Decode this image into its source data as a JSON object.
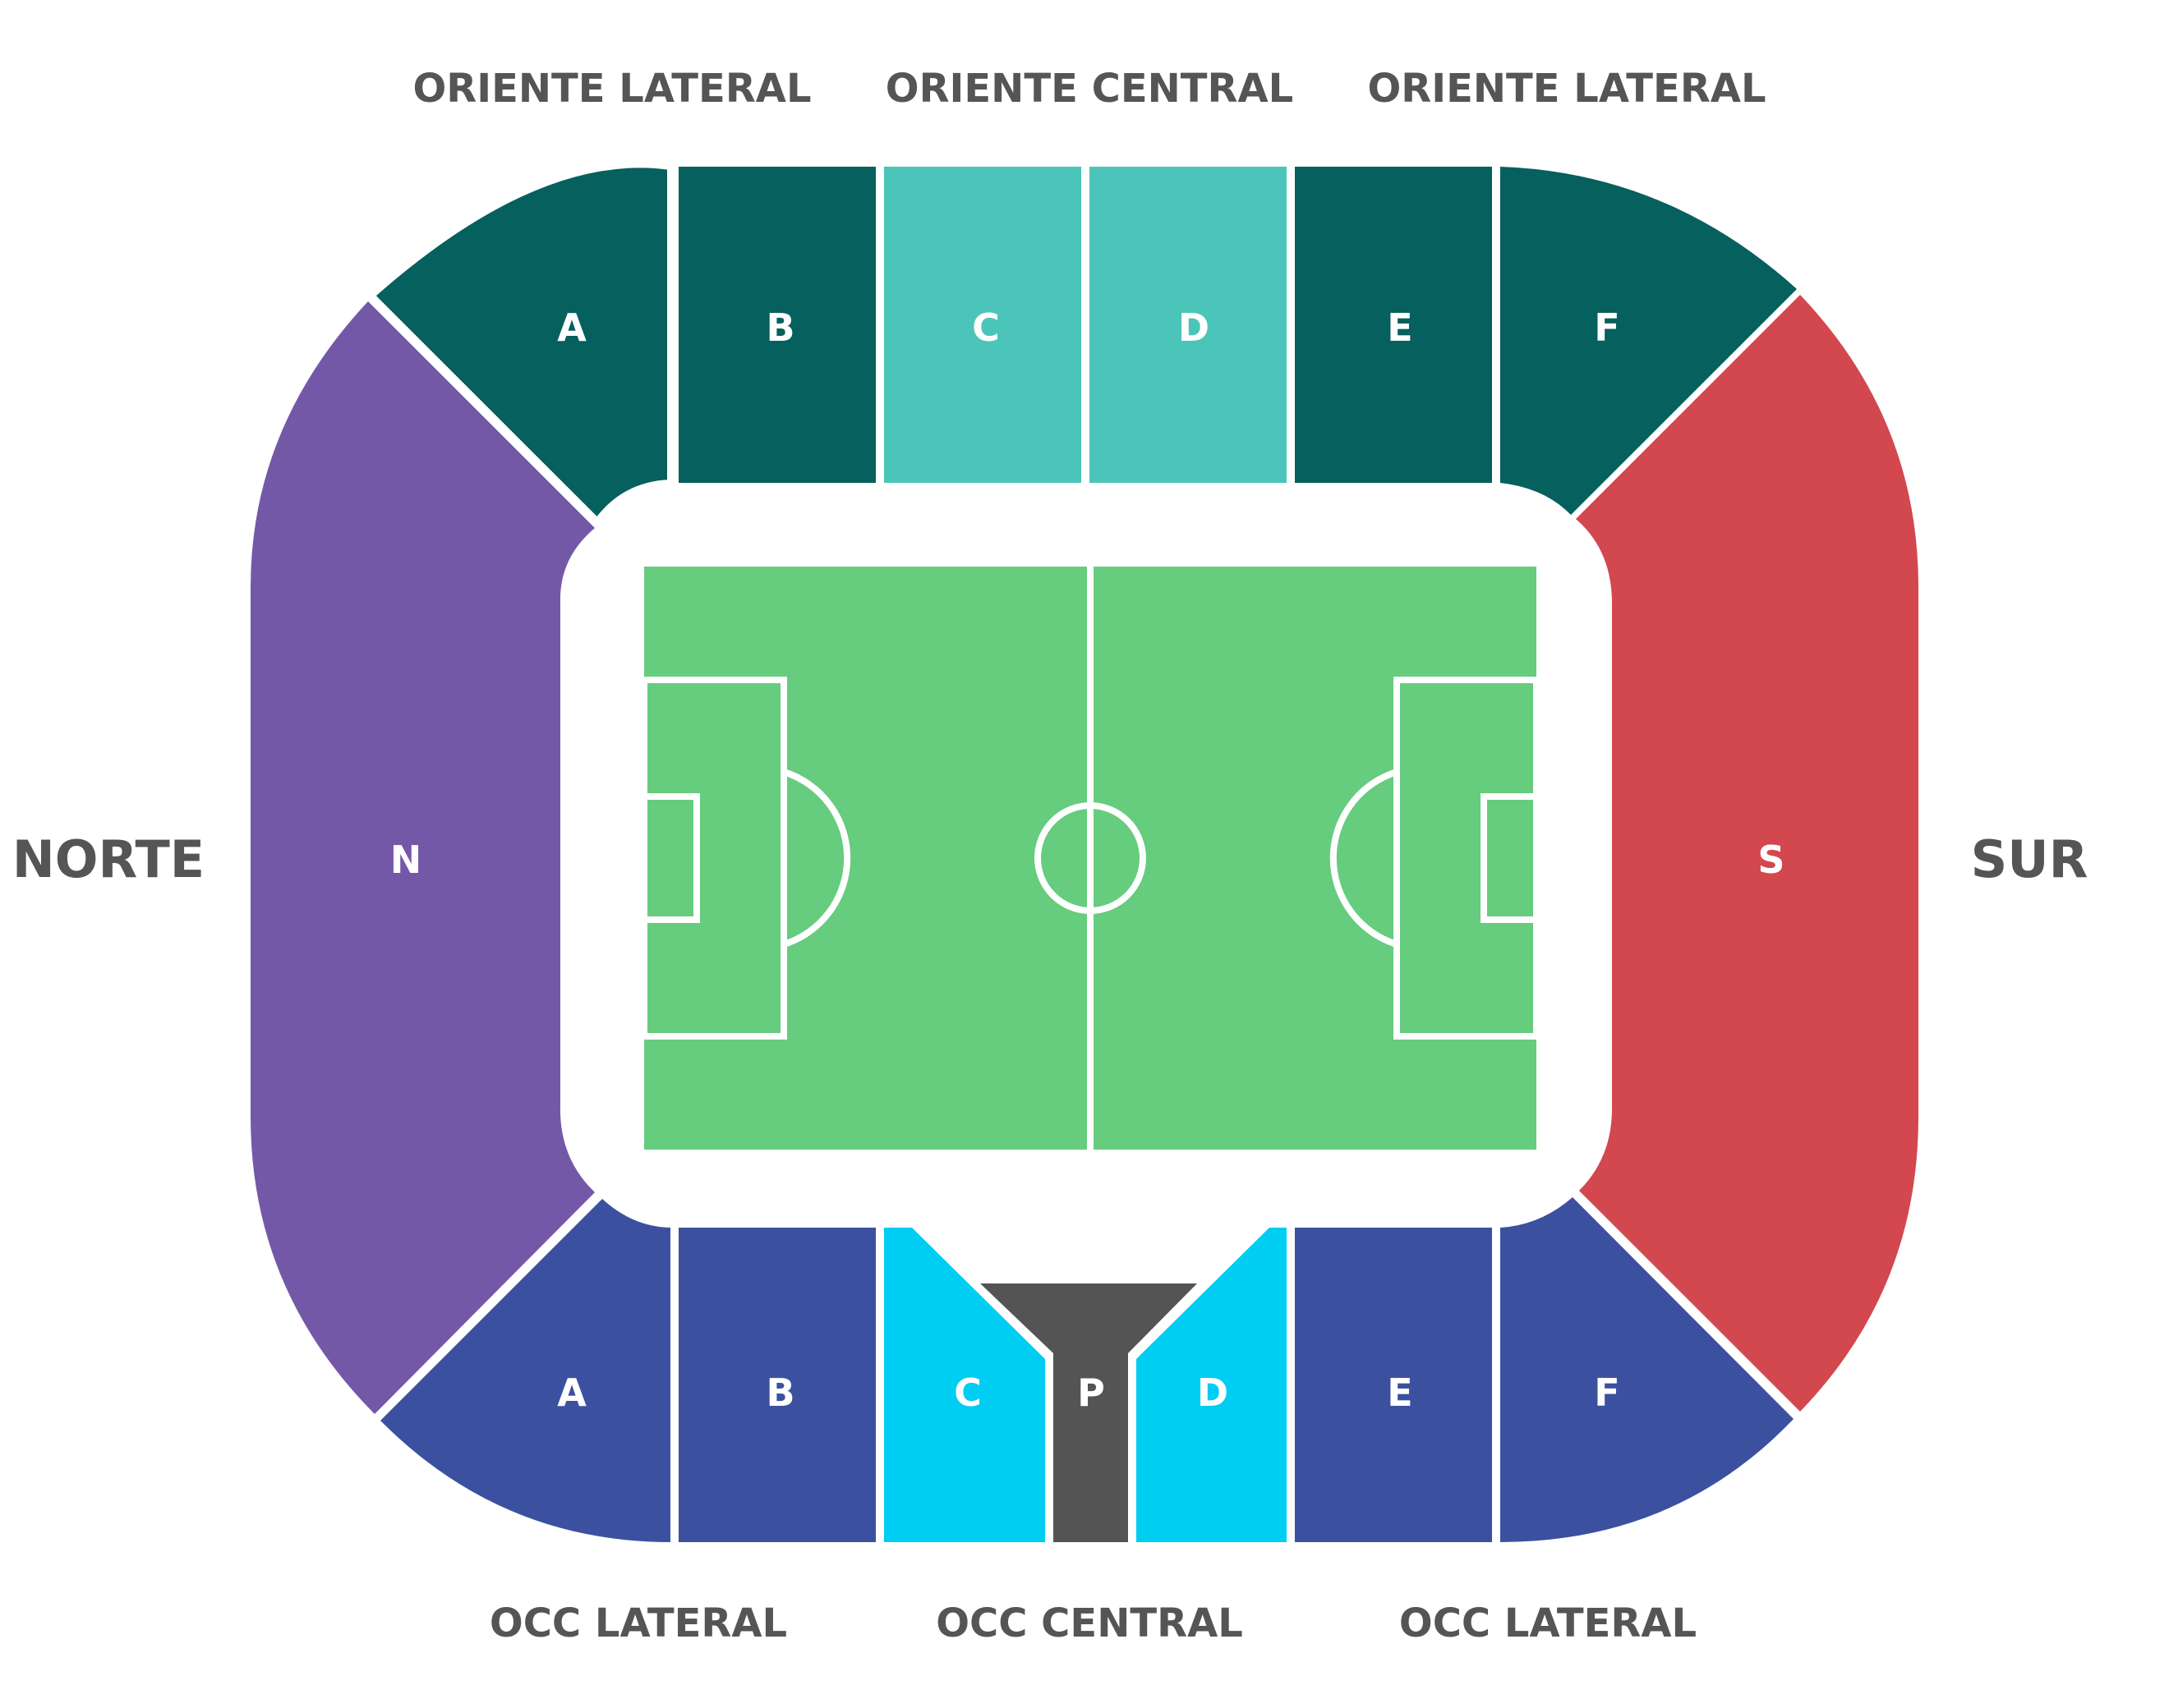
{
  "stand_labels": {
    "oriente_left": "ORIENTE LATERAL",
    "oriente_center": "ORIENTE CENTRAL",
    "oriente_right": "ORIENTE LATERAL",
    "norte": "NORTE",
    "sur": "SUR",
    "occ_left": "OCC LATERAL",
    "occ_center": "OCC CENTRAL",
    "occ_right": "OCC LATERAL"
  },
  "sections": {
    "oriente": [
      "A",
      "B",
      "C",
      "D",
      "E",
      "F"
    ],
    "occidente": [
      "A",
      "B",
      "C",
      "P",
      "D",
      "E",
      "F"
    ],
    "norte": "N",
    "sur": "S"
  },
  "colors": {
    "oriente_lateral": "#05605e",
    "oriente_central": "#4bc4b9",
    "occ_lateral": "#3b51a0",
    "occ_central": "#00cdf2",
    "palco": "#545454",
    "norte": "#7458a8",
    "sur": "#d3474f",
    "pitch": "#66cc7e",
    "lines": "#ffffff",
    "label": "#555555"
  }
}
